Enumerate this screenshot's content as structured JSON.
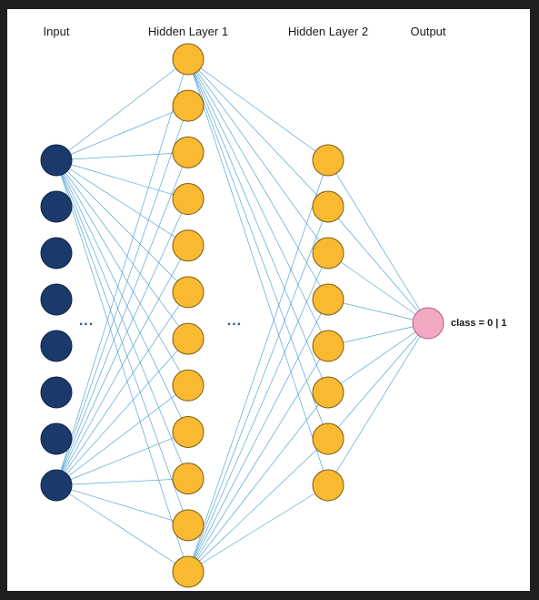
{
  "titles": {
    "input": "Input",
    "hidden1": "Hidden Layer 1",
    "hidden2": "Hidden Layer 2",
    "output": "Output"
  },
  "output_label": "class = 0 | 1",
  "ellipsis": "...",
  "layers": {
    "input": {
      "nodes": 8,
      "color": "#1b3a6b"
    },
    "hidden1": {
      "nodes": 12,
      "color": "#f9b931"
    },
    "hidden2": {
      "nodes": 8,
      "color": "#f9b931"
    },
    "output": {
      "nodes": 1,
      "color": "#f2a9c3"
    }
  },
  "colors": {
    "edge": "#3a95d0",
    "node_stroke": "#7a5a12",
    "ellipsis": "#2a5aa0",
    "frame": "#1f1f1f"
  }
}
